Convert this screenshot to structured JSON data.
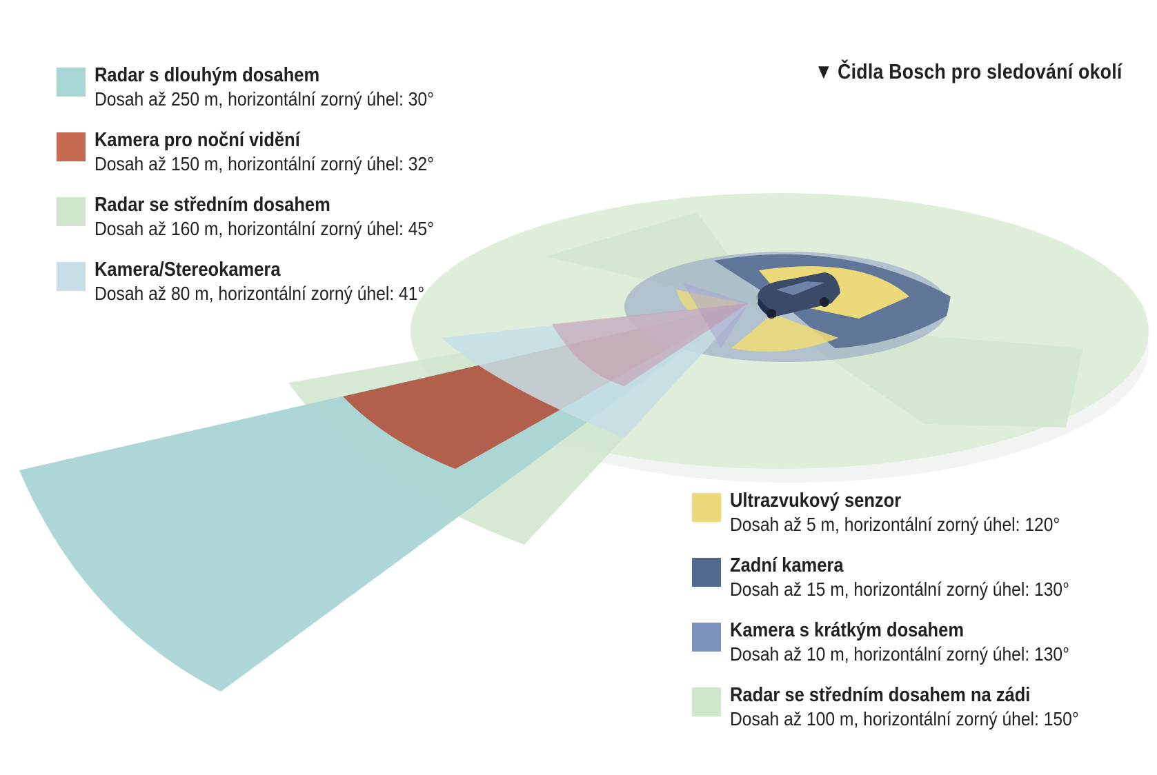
{
  "title": "Čidla Bosch pro sledování okolí",
  "title_marker": "▼",
  "legend_left": [
    {
      "name": "Radar s dlouhým dosahem",
      "desc": "Dosah až 250 m, horizontální zorný úhel: 30°",
      "color": "#a9d5d4"
    },
    {
      "name": "Kamera pro noční vidění",
      "desc": "Dosah až 150 m, horizontální zorný úhel: 32°",
      "color": "#c66a52"
    },
    {
      "name": "Radar se středním dosahem",
      "desc": "Dosah až 160 m, horizontální zorný úhel: 45°",
      "color": "#cfe5cc"
    },
    {
      "name": "Kamera/Stereokamera",
      "desc": "Dosah až 80 m, horizontální zorný úhel: 41°",
      "color": "#c7dee6"
    }
  ],
  "legend_right": [
    {
      "name": "Ultrazvukový senzor",
      "desc": "Dosah až 5 m, horizontální zorný úhel: 120°",
      "color": "#ecd97a"
    },
    {
      "name": "Zadní kamera",
      "desc": "Dosah až 15 m, horizontální zorný úhel: 130°",
      "color": "#4f6a8c"
    },
    {
      "name": "Kamera s krátkým dosahem",
      "desc": "Dosah až 10 m, horizontální zorný úhel: 130°",
      "color": "#7c91bd"
    },
    {
      "name": "Radar se středním dosahem na zádi",
      "desc": "Dosah až 100 m, horizontální zorný úhel: 150°",
      "color": "#cfe5cc"
    }
  ]
}
